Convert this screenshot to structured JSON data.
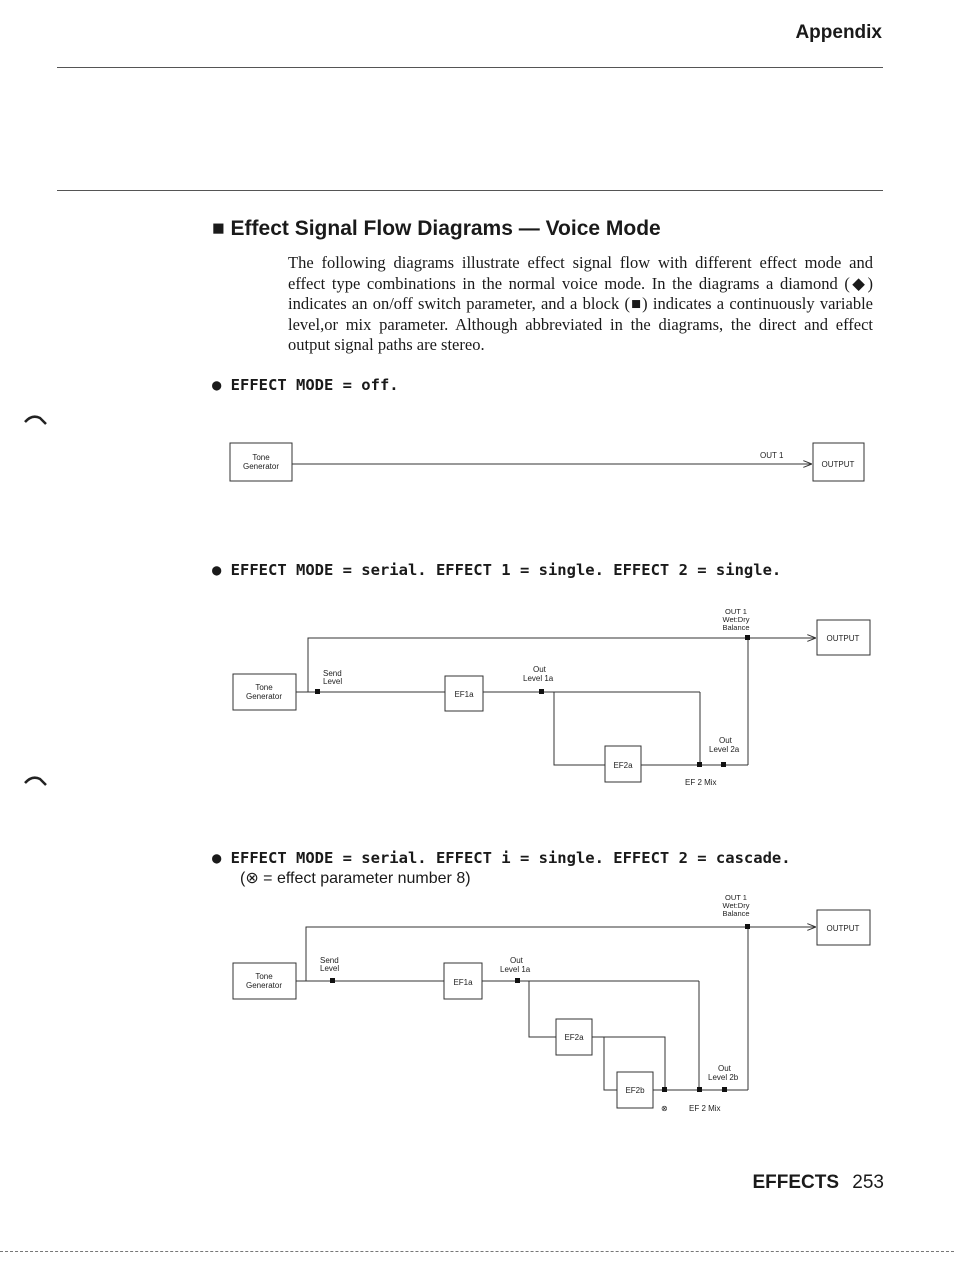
{
  "header": {
    "label": "Appendix"
  },
  "section": {
    "title": "■ Effect Signal Flow Diagrams — Voice Mode",
    "intro": "The following diagrams illustrate effect signal flow with different effect mode and effect type combinations in the normal voice mode. In the diagrams a diamond (◆) indicates an on/off switch parameter, and a block (■) indicates a continuously variable level,or mix parameter. Although abbreviated in the diagrams, the direct and effect output signal paths are stereo."
  },
  "diagrams": [
    {
      "heading": "● EFFECT MODE = off.",
      "labels": {
        "tone_1": "Tone",
        "tone_2": "Generator",
        "out1": "OUT 1",
        "output": "OUTPUT"
      }
    },
    {
      "heading": "● EFFECT MODE = serial. EFFECT 1 = single. EFFECT 2 = single.",
      "labels": {
        "tone_1": "Tone",
        "tone_2": "Generator",
        "send_1": "Send",
        "send_2": "Level",
        "ef1a": "EF1a",
        "ef2a": "EF2a",
        "out1a_1": "Out",
        "out1a_2": "Level 1a",
        "out2a_1": "Out",
        "out2a_2": "Level 2a",
        "bal_1": "OUT 1",
        "bal_2": "Wet:Dry",
        "bal_3": "Balance",
        "ef2mix": "EF 2 Mix",
        "output": "OUTPUT"
      }
    },
    {
      "heading": "● EFFECT MODE = serial. EFFECT i = single. EFFECT 2 = cascade.",
      "note": "(⊗ = effect parameter number 8)",
      "labels": {
        "tone_1": "Tone",
        "tone_2": "Generator",
        "send_1": "Send",
        "send_2": "Level",
        "ef1a": "EF1a",
        "ef2a": "EF2a",
        "ef2b": "EF2b",
        "out1a_1": "Out",
        "out1a_2": "Level 1a",
        "out2b_1": "Out",
        "out2b_2": "Level 2b",
        "bal_1": "OUT 1",
        "bal_2": "Wet:Dry",
        "bal_3": "Balance",
        "param8": "⊗",
        "ef2mix": "EF 2 Mix",
        "output": "OUTPUT"
      }
    }
  ],
  "footer": {
    "section": "EFFECTS",
    "page": "253"
  }
}
